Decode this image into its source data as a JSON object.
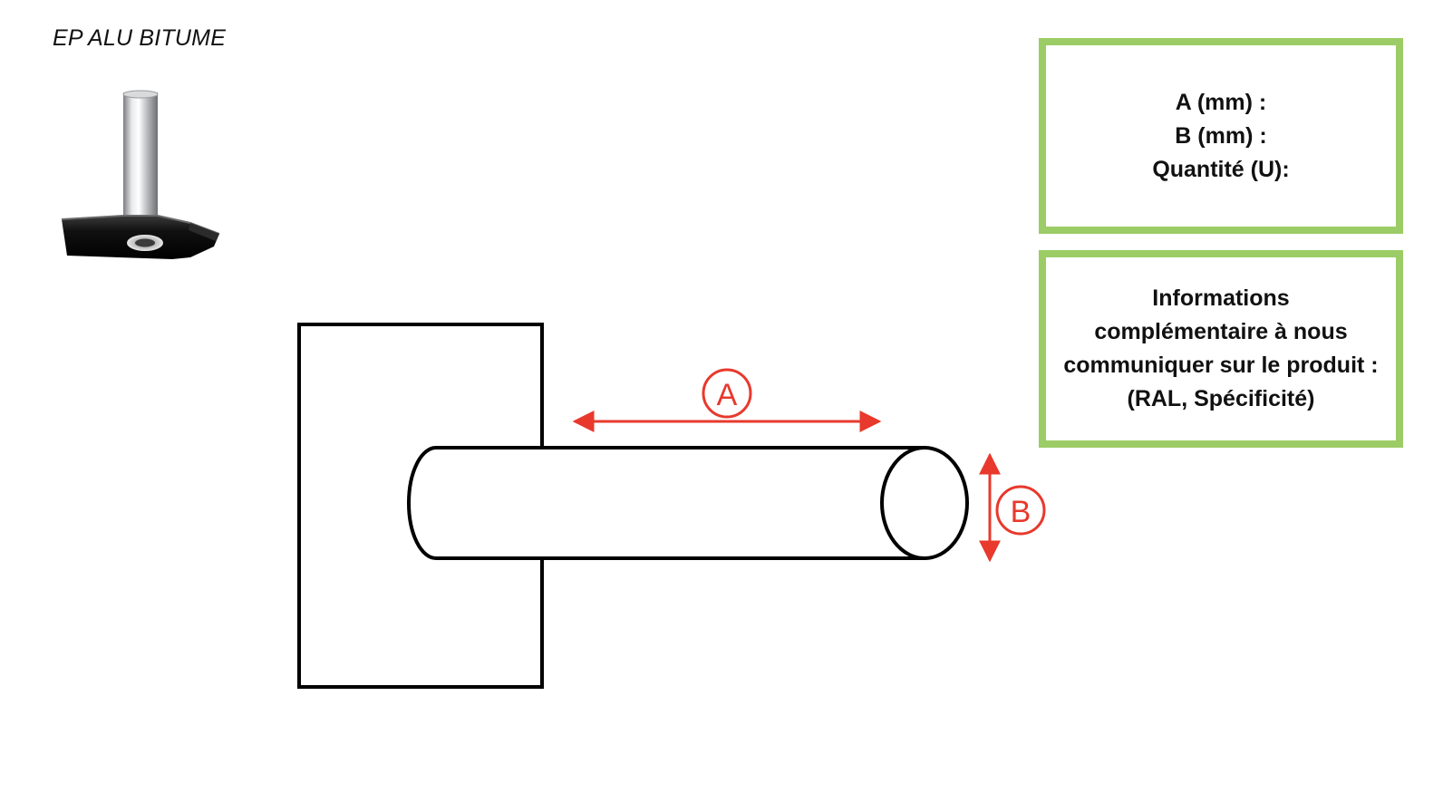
{
  "product": {
    "title": "EP ALU BITUME",
    "photo_icon": "roof-drain-outlet-photo"
  },
  "diagram": {
    "label_a": "A",
    "label_b": "B",
    "accent_color": "#e8392c",
    "outline_color": "#000000"
  },
  "dimensions_box": {
    "border_color": "#9ccc65",
    "lines": [
      "A (mm) :",
      "B (mm) :",
      "Quantité (U):"
    ]
  },
  "info_box": {
    "border_color": "#9ccc65",
    "lines": [
      "Informations",
      "complémentaire à nous",
      "communiquer sur le produit :",
      "(RAL, Spécificité)"
    ]
  }
}
